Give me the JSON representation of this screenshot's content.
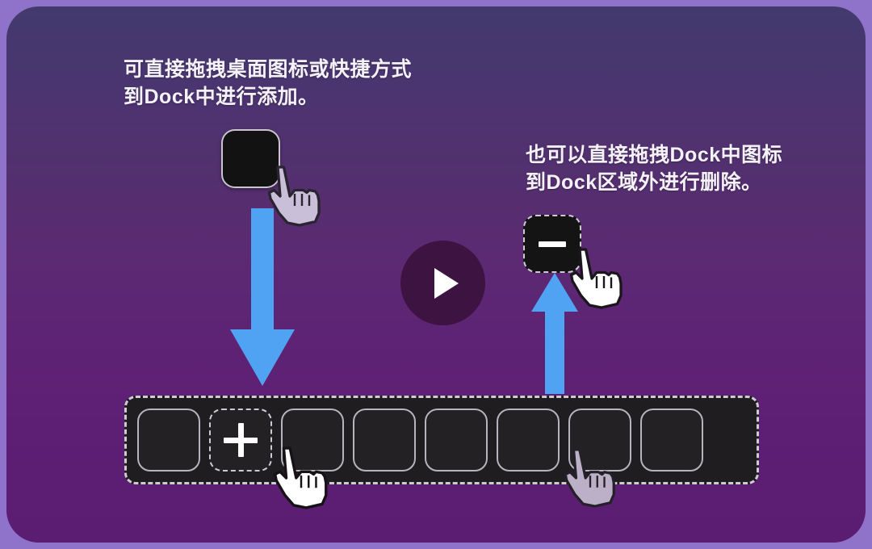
{
  "page": {
    "background_color": "#8f72c9",
    "card_gradient_top": "#423a6d",
    "card_gradient_bottom": "#5a1d72"
  },
  "captions": {
    "add": "可直接拖拽桌面图标或快捷方式\n到Dock中进行添加。",
    "remove": "也可以直接拖拽Dock中图标\n到Dock区域外进行删除。"
  },
  "icons": {
    "drag_icon_name": "desktop-app-icon",
    "minus_icon_name": "minus-badge-icon",
    "play_icon_name": "play-icon",
    "plus_glyph": "+",
    "minus_glyph": "−"
  },
  "arrows": {
    "down": {
      "name": "arrow-down",
      "color": "#4fa3f2",
      "direction": "down"
    },
    "up": {
      "name": "arrow-up",
      "color": "#4fa3f2",
      "direction": "up"
    }
  },
  "play_button": {
    "label": "播放",
    "circle_color": "#3d1441",
    "glyph_color": "#ffffff"
  },
  "dock": {
    "name": "dock-bar",
    "background_color": "#1f1d20",
    "border_color": "#cfcad4",
    "slot_count": 8,
    "slots": [
      {
        "index": 1,
        "state": "empty",
        "label": ""
      },
      {
        "index": 2,
        "state": "add",
        "label": "+"
      },
      {
        "index": 3,
        "state": "empty",
        "label": ""
      },
      {
        "index": 4,
        "state": "empty",
        "label": ""
      },
      {
        "index": 5,
        "state": "empty",
        "label": ""
      },
      {
        "index": 6,
        "state": "hovered",
        "label": ""
      },
      {
        "index": 7,
        "state": "empty",
        "label": ""
      },
      {
        "index": 8,
        "state": "empty",
        "label": ""
      }
    ]
  },
  "cursors": [
    {
      "name": "cursor-on-drag-icon",
      "style": "hand-pointer",
      "color": "#c8bfd6"
    },
    {
      "name": "cursor-on-minus-icon",
      "style": "hand-pointer",
      "color": "#ffffff"
    },
    {
      "name": "cursor-on-dock-add-slot",
      "style": "hand-pointer",
      "color": "#ffffff"
    },
    {
      "name": "cursor-on-dock-slot-6",
      "style": "hand-pointer",
      "color": "#b9aec6"
    }
  ]
}
